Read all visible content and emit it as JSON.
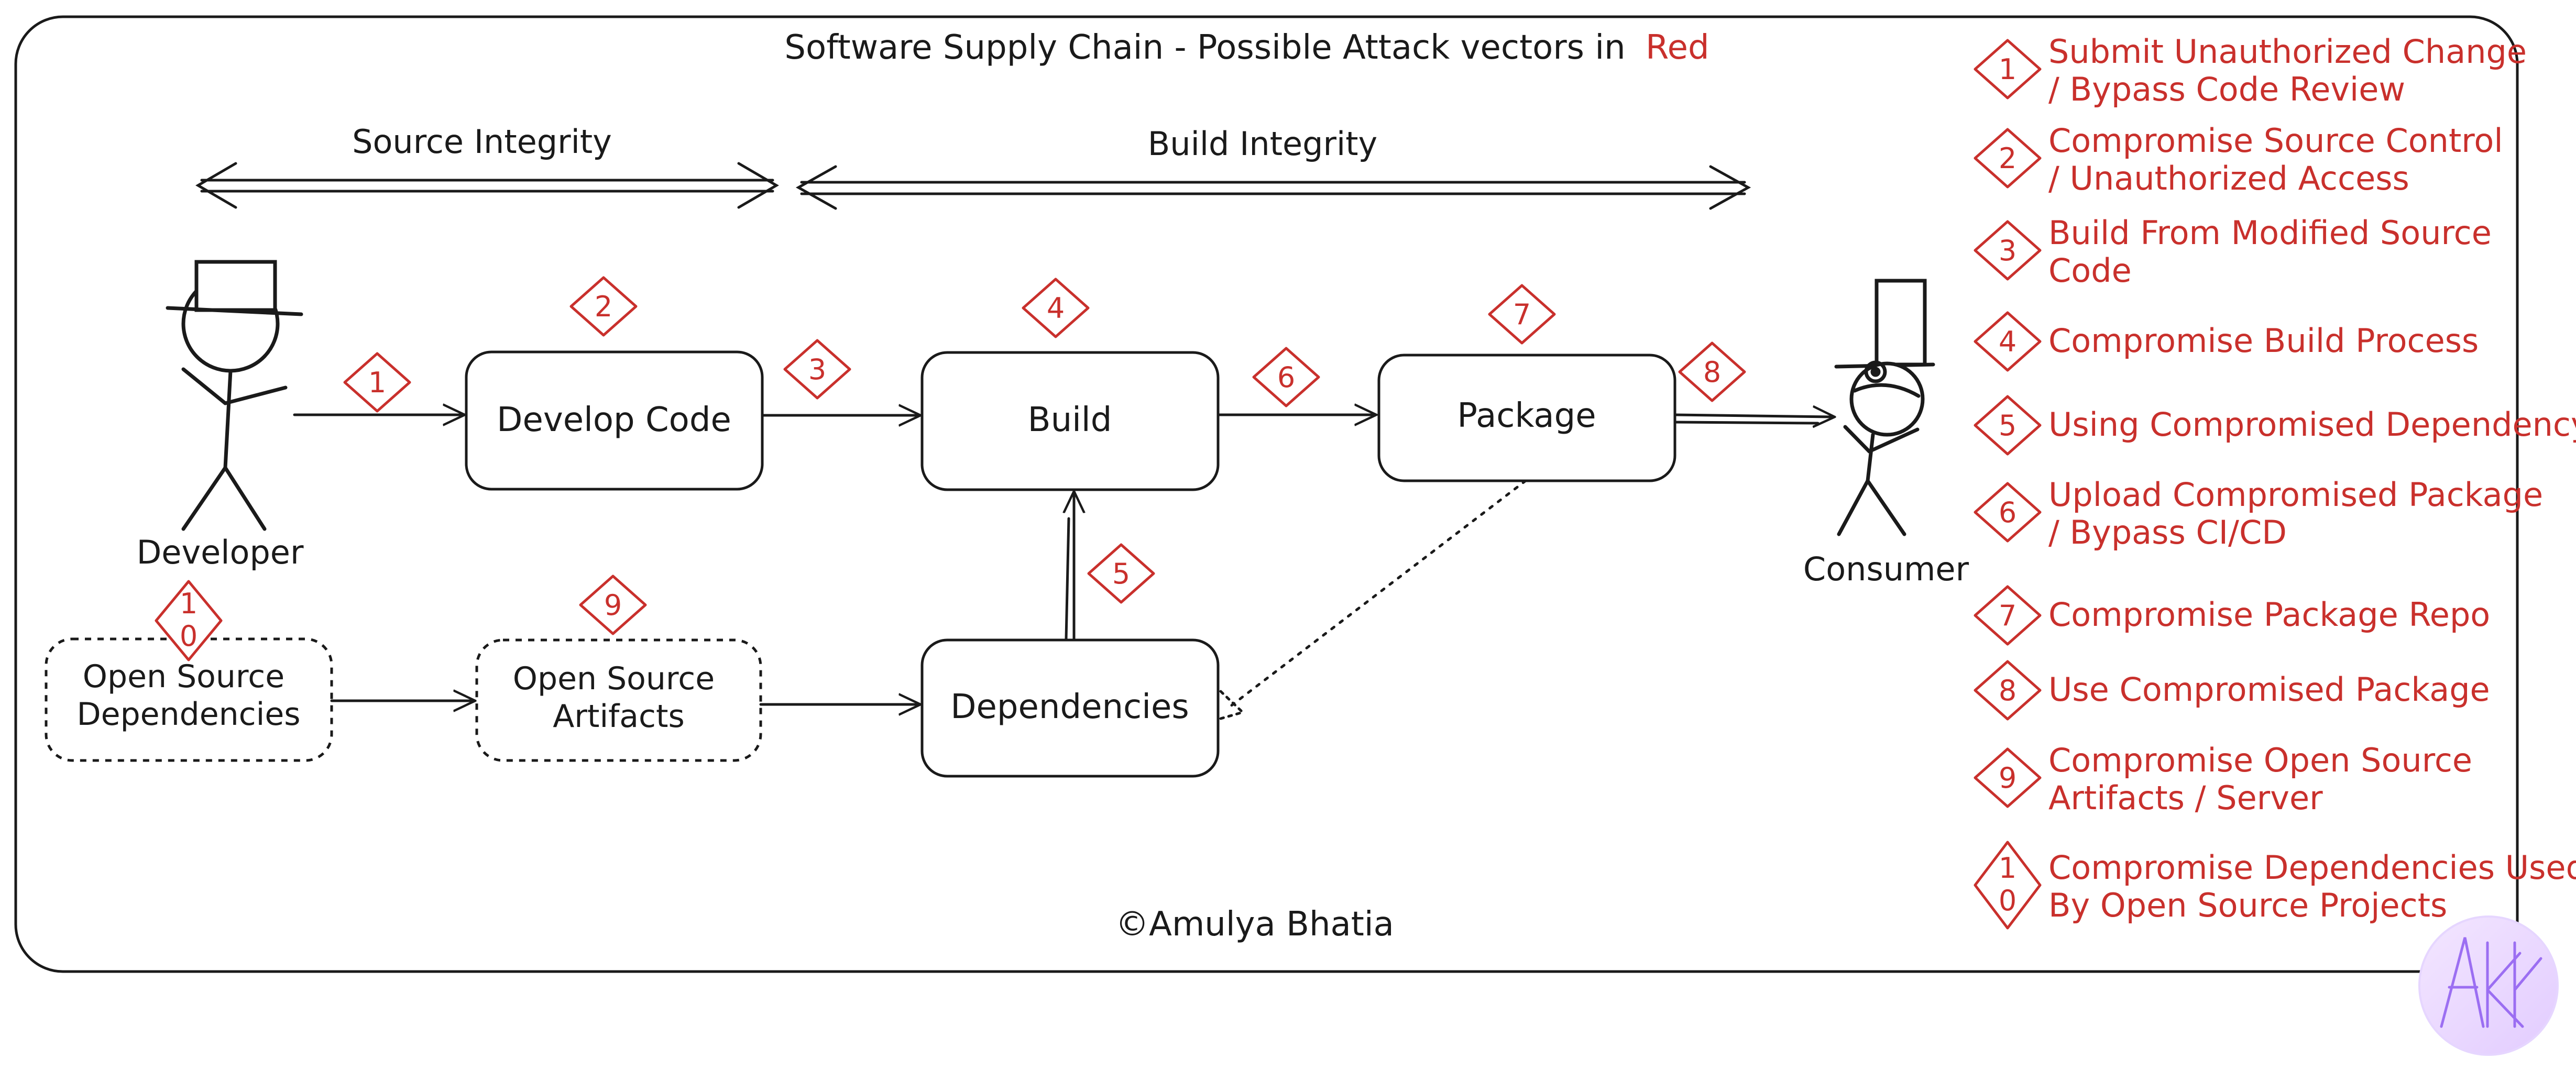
{
  "colors": {
    "ink": "#1a1a1a",
    "attack": "#c9302c",
    "paper": "#ffffff"
  },
  "title": {
    "main": "Software Supply Chain - Possible Attack vectors in",
    "highlight": "Red"
  },
  "phases": {
    "source": "Source Integrity",
    "build": "Build Integrity"
  },
  "actors": {
    "developer": "Developer",
    "consumer": "Consumer"
  },
  "boxes": {
    "develop_code": "Develop Code",
    "build": "Build",
    "package": "Package",
    "dependencies": "Dependencies",
    "open_source_deps": [
      "Open Source",
      "Dependencies"
    ],
    "open_source_artifacts": [
      "Open Source",
      "Artifacts"
    ]
  },
  "attack_vectors": [
    {
      "num": "1",
      "lines": [
        "Submit Unauthorized Change",
        "/ Bypass Code Review"
      ]
    },
    {
      "num": "2",
      "lines": [
        "Compromise Source Control",
        "/ Unauthorized Access"
      ]
    },
    {
      "num": "3",
      "lines": [
        "Build From Modified Source",
        "Code"
      ]
    },
    {
      "num": "4",
      "lines": [
        "Compromise Build Process"
      ]
    },
    {
      "num": "5",
      "lines": [
        "Using Compromised Dependency"
      ]
    },
    {
      "num": "6",
      "lines": [
        "Upload Compromised Package",
        "/ Bypass CI/CD"
      ]
    },
    {
      "num": "7",
      "lines": [
        "Compromise Package Repo"
      ]
    },
    {
      "num": "8",
      "lines": [
        "Use Compromised Package"
      ]
    },
    {
      "num": "9",
      "lines": [
        "Compromise Open Source",
        "Artifacts / Server"
      ]
    },
    {
      "num": "10",
      "lines": [
        "Compromise Dependencies Used",
        "By Open Source Projects"
      ]
    }
  ],
  "credit": "©Amulya Bhatia",
  "logo": "AKK"
}
